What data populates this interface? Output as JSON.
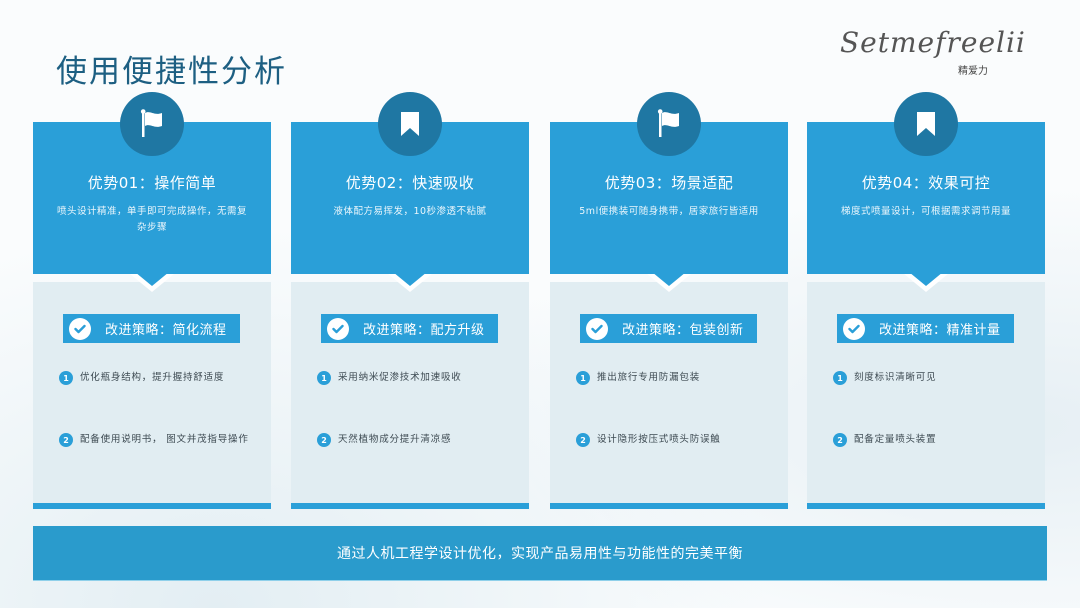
{
  "page": {
    "title": "使用便捷性分析"
  },
  "brand": {
    "script_name": "Setmefreelii",
    "chinese_name": "精爱力"
  },
  "colors": {
    "title": "#1d5f82",
    "card_blue": "#2a9fd8",
    "icon_circle": "#1f77a3",
    "card_light": "#e1edf2",
    "footer_bar": "#2a9bcc"
  },
  "cards": [
    {
      "icon": "flag-icon",
      "title": "优势01：操作简单",
      "description": "喷头设计精准，单手即可完成操作，无需复杂步骤",
      "strategy": "改进策略：简化流程",
      "points": [
        {
          "num": "1",
          "text": "优化瓶身结构，提升握持舒适度"
        },
        {
          "num": "2",
          "text": "配备使用说明书， 图文并茂指导操作"
        }
      ]
    },
    {
      "icon": "bookmark-icon",
      "title": "优势02：快速吸收",
      "description": "液体配方易挥发，10秒渗透不粘腻",
      "strategy": "改进策略：配方升级",
      "points": [
        {
          "num": "1",
          "text": "采用纳米促渗技术加速吸收"
        },
        {
          "num": "2",
          "text": "天然植物成分提升清凉感"
        }
      ]
    },
    {
      "icon": "flag-icon",
      "title": "优势03：场景适配",
      "description": "5ml便携装可随身携带，居家旅行皆适用",
      "strategy": "改进策略：包装创新",
      "points": [
        {
          "num": "1",
          "text": "推出旅行专用防漏包装"
        },
        {
          "num": "2",
          "text": "设计隐形按压式喷头防误触"
        }
      ]
    },
    {
      "icon": "bookmark-icon",
      "title": "优势04：效果可控",
      "description": "梯度式喷量设计，可根据需求调节用量",
      "strategy": "改进策略：精准计量",
      "points": [
        {
          "num": "1",
          "text": "刻度标识清晰可见"
        },
        {
          "num": "2",
          "text": "配备定量喷头装置"
        }
      ]
    }
  ],
  "footer": {
    "text": "通过人机工程学设计优化，实现产品易用性与功能性的完美平衡"
  }
}
